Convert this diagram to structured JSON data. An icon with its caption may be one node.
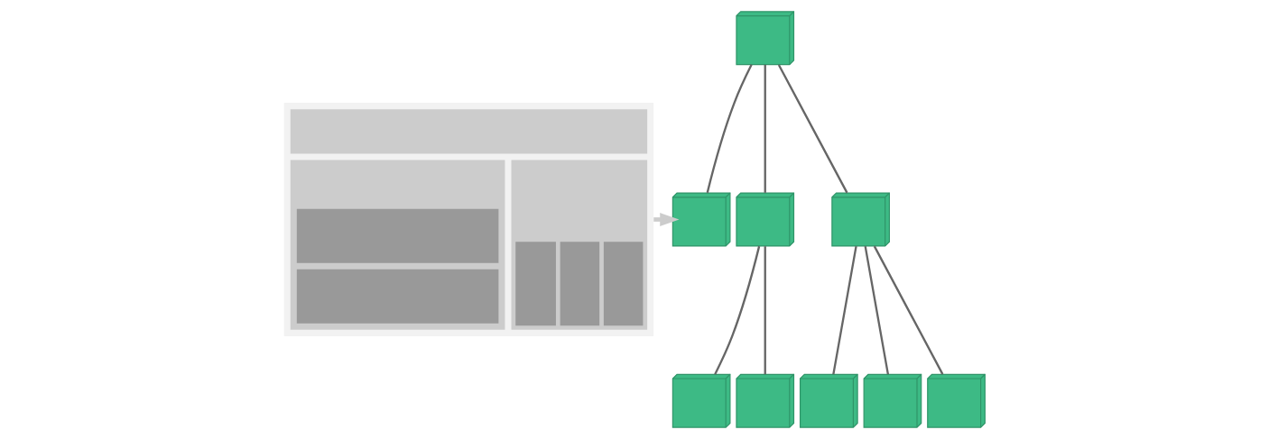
{
  "diagram": {
    "nodes": [
      {
        "text": [],
        "shape": "picture"
      },
      {
        "text": [],
        "shape": "cube"
      },
      {
        "text": [],
        "shape": "cube"
      },
      {
        "text": [],
        "shape": "cube"
      },
      {
        "text": [],
        "shape": "cube"
      },
      {
        "text": [],
        "shape": "cube"
      },
      {
        "text": [],
        "shape": "cube"
      },
      {
        "text": [],
        "shape": "cube"
      },
      {
        "text": [],
        "shape": "cube"
      },
      {
        "text": [],
        "shape": "cube"
      }
    ],
    "edges": [
      {
        "from": 0,
        "to": 2,
        "arrow": "to",
        "style": "thick",
        "color": "#cccccc"
      },
      {
        "from": 1,
        "to": 2,
        "arrow": "none"
      },
      {
        "from": 1,
        "to": 3,
        "arrow": "none"
      },
      {
        "from": 1,
        "to": 4,
        "arrow": "none"
      },
      {
        "from": 3,
        "to": 5,
        "arrow": "none"
      },
      {
        "from": 3,
        "to": 6,
        "arrow": "none"
      },
      {
        "from": 4,
        "to": 7,
        "arrow": "none"
      },
      {
        "from": 4,
        "to": 8,
        "arrow": "none"
      },
      {
        "from": 4,
        "to": 9,
        "arrow": "none"
      }
    ]
  }
}
